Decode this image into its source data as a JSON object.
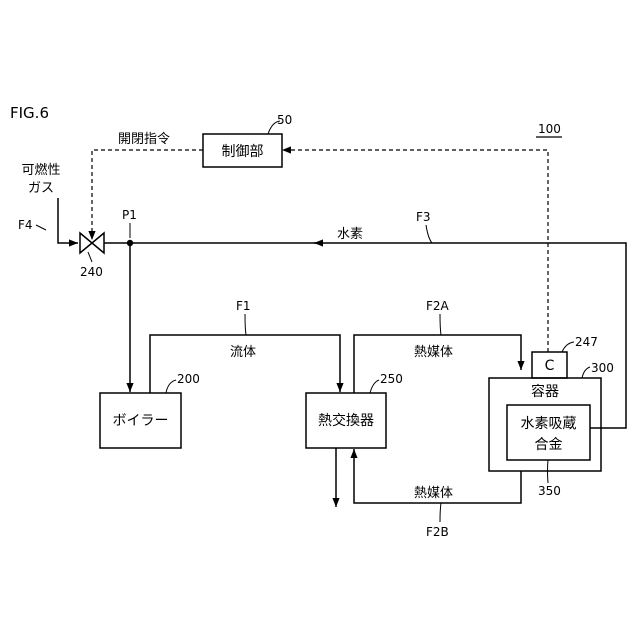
{
  "figure_label": "FIG.6",
  "system_ref": "100",
  "controller": {
    "label": "制御部",
    "ref": "50",
    "command": "開閉指令"
  },
  "fuel_gas": {
    "line1": "可燃性",
    "line2": "ガス",
    "ref": "F4"
  },
  "valve": {
    "ref": "240"
  },
  "junction": {
    "ref": "P1"
  },
  "hydrogen_line": {
    "ref": "F3",
    "label": "水素"
  },
  "boiler": {
    "label": "ボイラー",
    "ref": "200"
  },
  "heat_exchanger": {
    "label": "熱交換器",
    "ref": "250"
  },
  "fluid_line": {
    "ref": "F1",
    "label": "流体"
  },
  "heat_medium_supply": {
    "ref": "F2A",
    "label": "熱媒体"
  },
  "heat_medium_return": {
    "ref": "F2B",
    "label": "熱媒体"
  },
  "container": {
    "label": "容器",
    "ref": "300"
  },
  "sensor": {
    "label": "C",
    "ref": "247"
  },
  "alloy": {
    "line1": "水素吸蔵",
    "line2": "合金",
    "ref": "350"
  }
}
